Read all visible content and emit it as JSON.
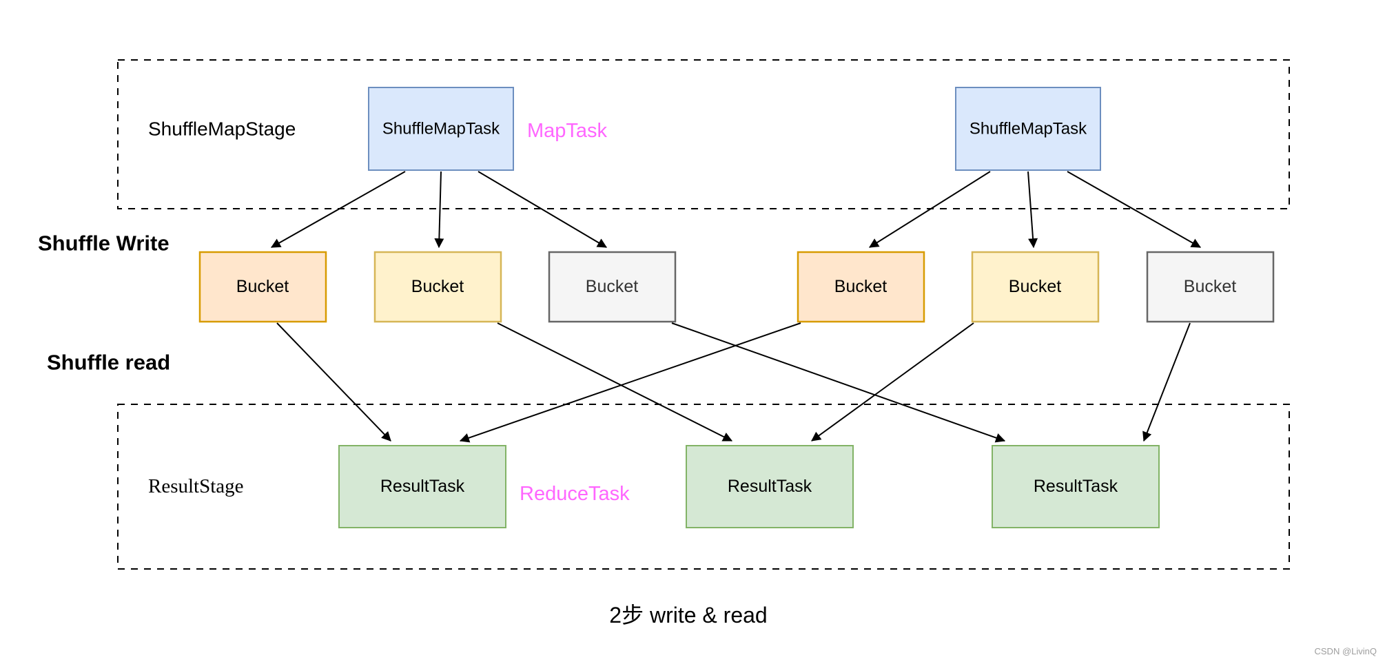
{
  "colors": {
    "task_blue_fill": "#dae8fc",
    "task_blue_stroke": "#6c8ebf",
    "bucket_orange_fill": "#ffe6cc",
    "bucket_orange_stroke": "#d79b00",
    "bucket_yellow_fill": "#fff2cc",
    "bucket_yellow_stroke": "#d6b656",
    "bucket_gray_fill": "#f5f5f5",
    "bucket_gray_stroke": "#666666",
    "result_green_fill": "#d5e8d4",
    "result_green_stroke": "#82b366",
    "annotation_pink": "#ff66ff",
    "line_black": "#000000",
    "watermark_gray": "#9e9e9e"
  },
  "stages": {
    "shuffle_map_stage": {
      "label": "ShuffleMapStage",
      "tasks": [
        {
          "label": "ShuffleMapTask"
        },
        {
          "label": "ShuffleMapTask"
        }
      ]
    },
    "result_stage": {
      "label": "ResultStage",
      "tasks": [
        {
          "label": "ResultTask"
        },
        {
          "label": "ResultTask"
        },
        {
          "label": "ResultTask"
        }
      ]
    }
  },
  "annotations": {
    "map_task": "MapTask",
    "reduce_task": "ReduceTask",
    "shuffle_write": "Shuffle Write",
    "shuffle_read": "Shuffle read"
  },
  "buckets": [
    {
      "label": "Bucket",
      "color": "orange"
    },
    {
      "label": "Bucket",
      "color": "yellow"
    },
    {
      "label": "Bucket",
      "color": "gray"
    },
    {
      "label": "Bucket",
      "color": "orange"
    },
    {
      "label": "Bucket",
      "color": "yellow"
    },
    {
      "label": "Bucket",
      "color": "gray"
    }
  ],
  "caption": {
    "text": "2步 write & read"
  },
  "watermark": {
    "text": "CSDN @LivinQ"
  }
}
